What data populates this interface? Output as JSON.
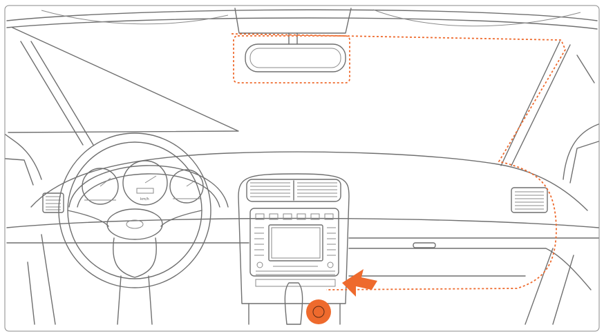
{
  "figure": {
    "gauge_unit": "km/h",
    "colors": {
      "outline": "#6f6f6f",
      "accent": "#ee6a2d",
      "background": "#ffffff"
    },
    "icons": {
      "route_highlight": "dotted-route-line",
      "arrow": "arrow-pointing-to-socket",
      "socket": "power-outlet-circle"
    }
  }
}
